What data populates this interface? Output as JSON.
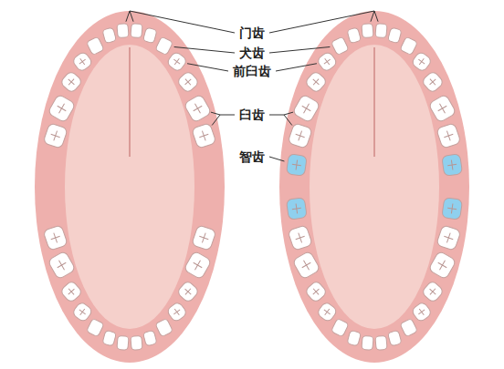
{
  "diagram": {
    "labels": [
      "门齿",
      "犬齿",
      "前臼齿",
      "臼齿",
      "智齿"
    ]
  }
}
